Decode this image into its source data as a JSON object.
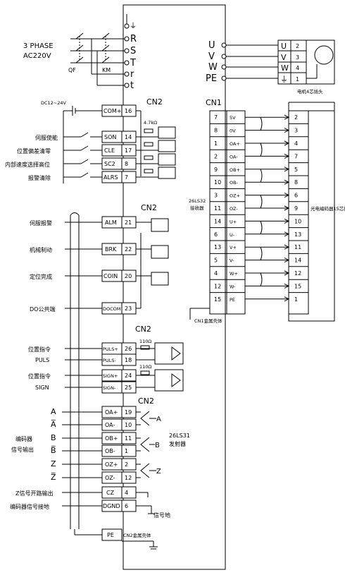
{
  "power": {
    "label_line1": "3 PHASE",
    "label_line2": "AC220V",
    "qf": "QF",
    "km": "KM",
    "terminals": [
      "R",
      "S",
      "T",
      "r",
      "t"
    ]
  },
  "motor": {
    "driver_side": [
      "U",
      "V",
      "W",
      "PE"
    ],
    "motor_side": [
      "U",
      "V",
      "W",
      "⏚"
    ],
    "pins": [
      "2",
      "3",
      "4",
      "1"
    ],
    "caption": "电机4芯插头"
  },
  "cn2_top": {
    "header": "CN2",
    "com_label": "COM+",
    "com_pin": "16",
    "supply": "DC12~24V",
    "resistor": "4.7kΩ",
    "inputs": [
      {
        "desc": "伺服使能",
        "signal": "SON",
        "pin": "14"
      },
      {
        "desc": "位置偏差清零",
        "signal": "CLE",
        "pin": "17"
      },
      {
        "desc": "内部速度选择高位",
        "signal": "SC2",
        "pin": "8"
      },
      {
        "desc": "报警清除",
        "signal": "ALRS",
        "pin": "7"
      }
    ]
  },
  "cn2_outputs": {
    "header": "CN2",
    "outputs": [
      {
        "desc": "伺服报警",
        "signal": "ALM",
        "pin": "21"
      },
      {
        "desc": "机械制动",
        "signal": "BRK",
        "pin": "22"
      },
      {
        "desc": "定位完成",
        "signal": "COIN",
        "pin": "20"
      },
      {
        "desc": "DO公共端",
        "signal": "DOCOM",
        "pin": "23"
      }
    ]
  },
  "cn2_pulse": {
    "header": "CN2",
    "resistor": "110Ω",
    "desc_top": [
      "位置指令",
      "PULS"
    ],
    "desc_bottom": [
      "位置指令",
      "SIGN"
    ],
    "pins": [
      {
        "signal": "PULS+",
        "pin": "26"
      },
      {
        "signal": "PULS-",
        "pin": "18"
      },
      {
        "signal": "SIGN+",
        "pin": "24"
      },
      {
        "signal": "SIGN-",
        "pin": "25"
      }
    ]
  },
  "cn2_encoder_out": {
    "header": "CN2",
    "chip": "26LS31",
    "chip_desc": "发射器",
    "left_labels": [
      "A",
      "A̅",
      "B",
      "B̅",
      "Z",
      "Z̅"
    ],
    "side_text": [
      "编码器",
      "信号输出"
    ],
    "driver_labels": [
      "A",
      "B",
      "Z"
    ],
    "pins": [
      {
        "signal": "OA+",
        "pin": "19"
      },
      {
        "signal": "OA-",
        "pin": "10"
      },
      {
        "signal": "OB+",
        "pin": "11"
      },
      {
        "signal": "OB-",
        "pin": "1"
      },
      {
        "signal": "OZ+",
        "pin": "2"
      },
      {
        "signal": "OZ-",
        "pin": "12"
      }
    ],
    "cz": {
      "desc": "Z信号开路输出",
      "signal": "CZ",
      "pin": "4"
    },
    "dgnd": {
      "desc": "编码器信号接地",
      "signal": "DGND",
      "pin": "6"
    },
    "ground_label": "信号地",
    "pe": "PE",
    "shield": "CN2金属壳体"
  },
  "cn1": {
    "header": "CN1",
    "chip": "26LS32",
    "chip_desc": "接收器",
    "shield": "CN1金属壳体",
    "connector_caption": "光电编码器15芯插头",
    "rows": [
      {
        "pin": "7",
        "signal": "5V",
        "enc": "2"
      },
      {
        "pin": "8",
        "signal": "0V",
        "enc": "3"
      },
      {
        "pin": "1",
        "signal": "OA+",
        "enc": "4"
      },
      {
        "pin": "2",
        "signal": "OA-",
        "enc": "7"
      },
      {
        "pin": "9",
        "signal": "OB+",
        "enc": "5"
      },
      {
        "pin": "10",
        "signal": "OB-",
        "enc": "8"
      },
      {
        "pin": "3",
        "signal": "OZ+",
        "enc": "6"
      },
      {
        "pin": "11",
        "signal": "OZ-",
        "enc": "9"
      },
      {
        "pin": "14",
        "signal": "U+",
        "enc": "10"
      },
      {
        "pin": "6",
        "signal": "U-",
        "enc": "13"
      },
      {
        "pin": "13",
        "signal": "V+",
        "enc": "11"
      },
      {
        "pin": "5",
        "signal": "V-",
        "enc": "14"
      },
      {
        "pin": "4",
        "signal": "W+",
        "enc": "12"
      },
      {
        "pin": "12",
        "signal": "W-",
        "enc": "15"
      },
      {
        "pin": "15",
        "signal": "PE",
        "enc": "1"
      }
    ]
  }
}
